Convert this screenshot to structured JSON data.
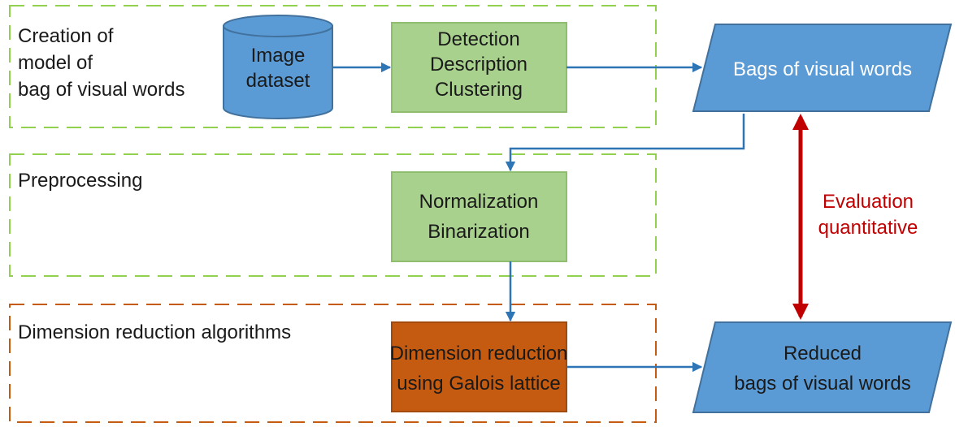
{
  "sections": {
    "creation": "Creation of\nmodel of\nbag of visual words",
    "preprocessing": "Preprocessing",
    "reduction": "Dimension reduction algorithms"
  },
  "nodes": {
    "image_dataset": "Image\ndataset",
    "detection": "Detection\nDescription\nClustering",
    "bags": "Bags of visual words",
    "normalization": "Normalization\nBinarization",
    "dimension": "Dimension reduction\nusing Galois lattice",
    "reduced": "Reduced\nbags of visual words"
  },
  "evaluation": "Evaluation\nquantitative",
  "colors": {
    "green_dash": "#92d050",
    "orange_dash": "#c55a11",
    "process_fill": "#a9d18e",
    "process_stroke": "#8fbf6e",
    "orange_fill": "#c55a11",
    "blue_fill": "#5b9bd5",
    "blue_stroke": "#41719c",
    "arrow_blue": "#2e75b6",
    "arrow_red": "#c00000"
  }
}
